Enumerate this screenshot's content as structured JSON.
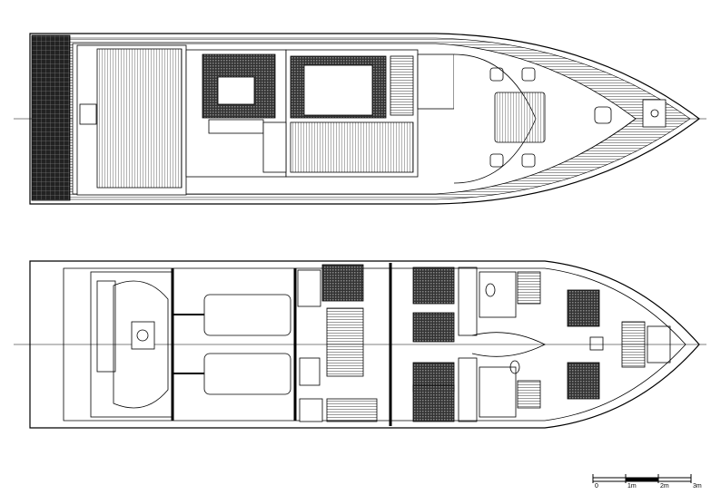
{
  "drawing": {
    "views": [
      "upper-deck-plan",
      "lower-deck-plan"
    ],
    "line_color": "#000000",
    "fill_dark": "#333333",
    "hatch_color": "#555555"
  },
  "scale_bar": {
    "labels": [
      "0",
      "1m",
      "2m",
      "3m"
    ]
  }
}
